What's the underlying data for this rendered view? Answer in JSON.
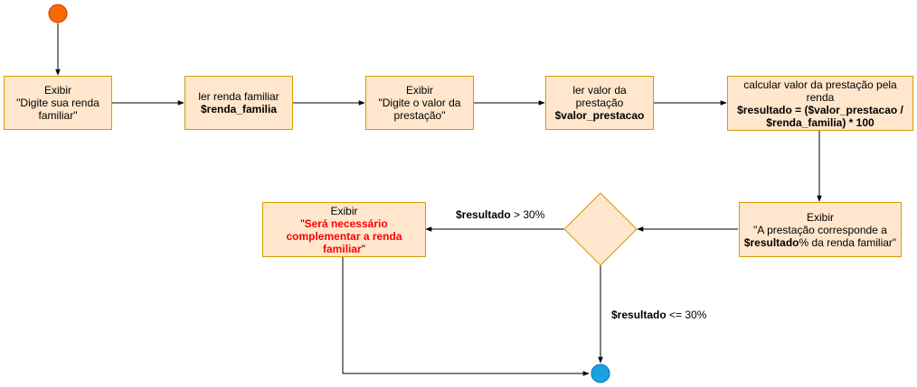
{
  "colors": {
    "box_fill": "#ffe6cc",
    "box_border": "#d79b00",
    "start": "#fa6800",
    "end": "#1ba1e2",
    "highlight": "#ff0000"
  },
  "nodes": {
    "start": {
      "shape": "start-circle"
    },
    "display_income": {
      "line1": "Exibir",
      "line2": "\"Digite sua renda familiar\""
    },
    "read_income": {
      "line1": "ler renda familiar",
      "var": "$renda_familia"
    },
    "display_installment": {
      "line1": "Exibir",
      "line2": "\"Digite o valor da prestação\""
    },
    "read_installment": {
      "line1": "ler valor da prestação",
      "var": "$valor_prestacao"
    },
    "calculate": {
      "line1": "calcular valor da prestação pela renda",
      "formula": "$resultado = ($valor_prestacao / $renda_familia) * 100"
    },
    "display_result": {
      "line1": "Exibir",
      "line2_prefix": "\"A prestação corresponde a ",
      "var": "$resultado",
      "line2_suffix": "% da renda familiar\""
    },
    "decision": {
      "shape": "diamond"
    },
    "display_warning": {
      "line1": "Exibir",
      "quote_open": "\"",
      "message": "Será necessário complementar a renda familiar",
      "quote_close": "\""
    },
    "end": {
      "shape": "end-circle"
    }
  },
  "edges": {
    "greater": {
      "var": "$resultado",
      "op": " > 30%"
    },
    "less_equal": {
      "var": "$resultado",
      "op": " <= 30%"
    }
  }
}
